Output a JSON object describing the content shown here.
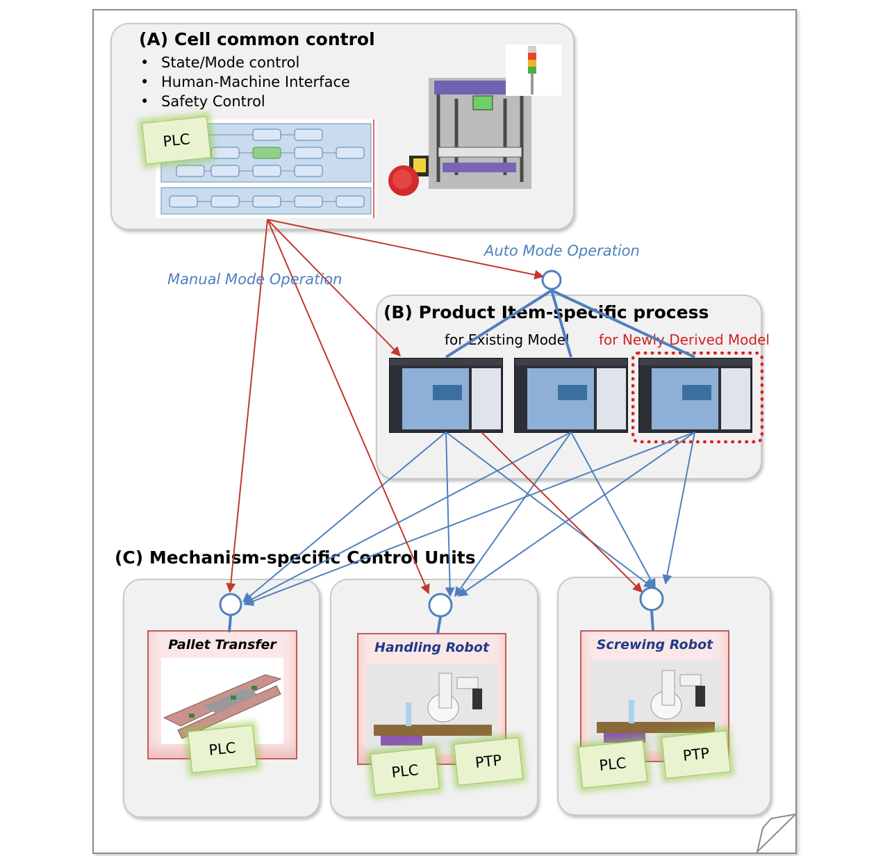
{
  "panel_a": {
    "title": "(A) Cell common control",
    "bullets": [
      "State/Mode control",
      "Human-Machine Interface",
      "Safety Control"
    ],
    "plc_label": "PLC"
  },
  "arrows": {
    "auto_label": "Auto Mode Operation",
    "manual_label": "Manual Mode Operation",
    "auto_color": "#4f7fbd",
    "manual_color": "#c0392b"
  },
  "panel_b": {
    "title": "(B) Product Item-specific process",
    "existing_label": "for Existing Model",
    "derived_label": "for Newly Derived Model",
    "derived_color": "#d42020"
  },
  "panel_c": {
    "title": "(C) Mechanism-specific Control Units",
    "units": [
      {
        "title": "Pallet Transfer",
        "notes": [
          "PLC"
        ]
      },
      {
        "title": "Handling Robot",
        "notes": [
          "PLC",
          "PTP"
        ]
      },
      {
        "title": "Screwing Robot",
        "notes": [
          "PLC",
          "PTP"
        ]
      }
    ]
  }
}
